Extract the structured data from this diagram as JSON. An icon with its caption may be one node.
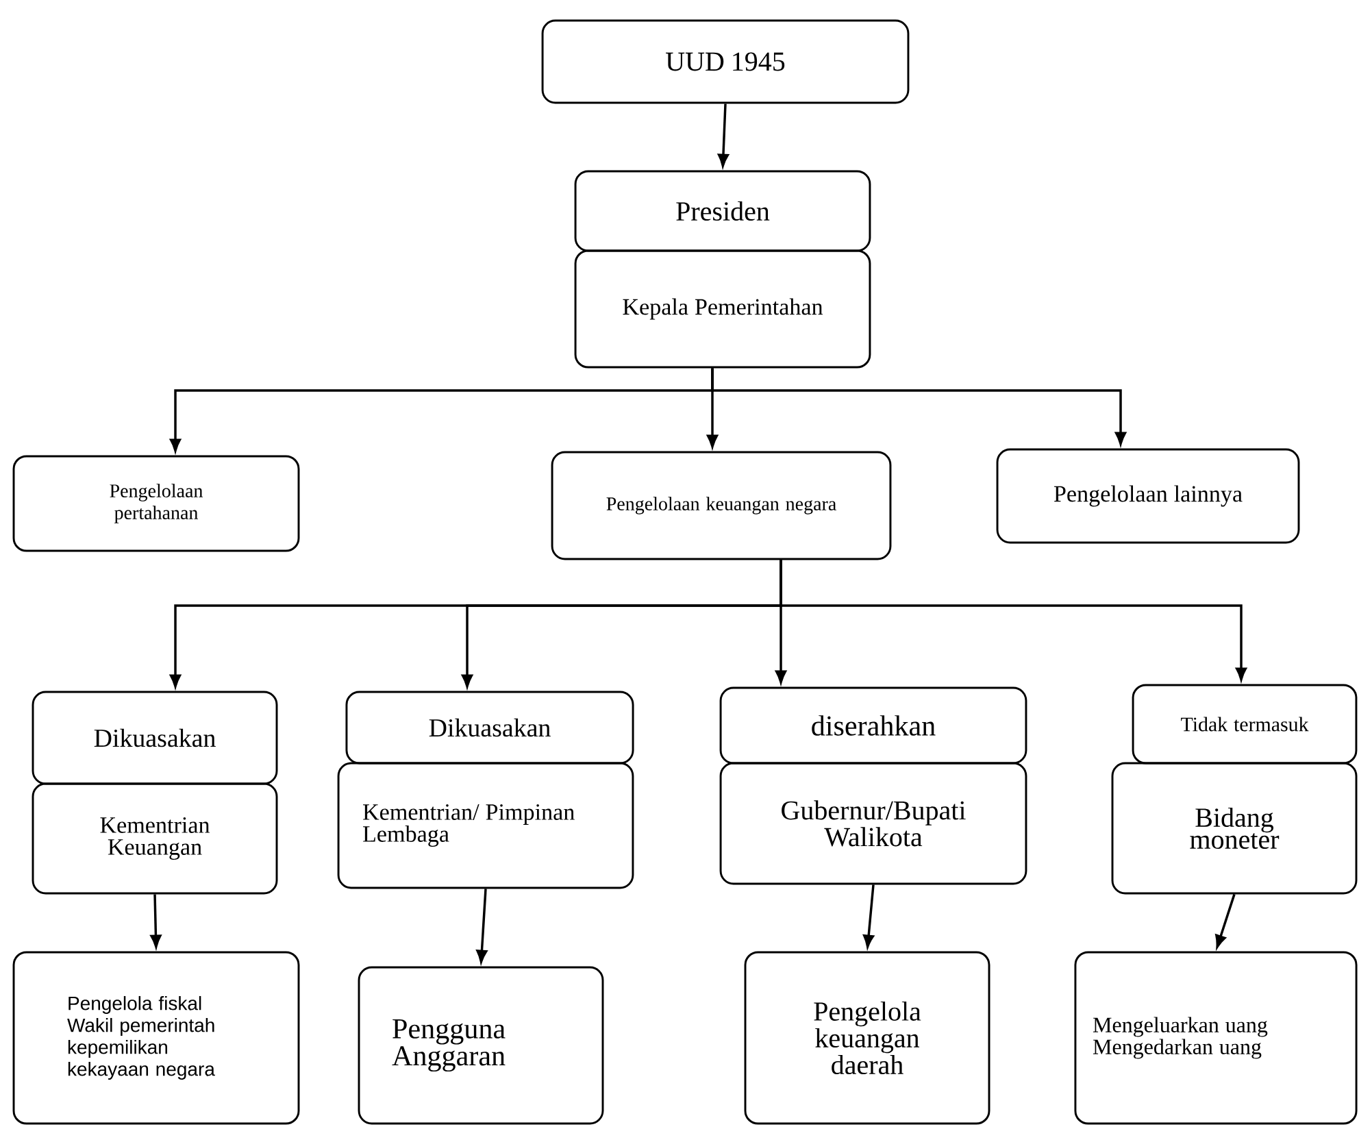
{
  "diagram": {
    "nodes": [
      {
        "text": [
          "UUD 1945"
        ]
      },
      {
        "text": [
          "Presiden"
        ]
      },
      {
        "text": [
          "Kepala Pemerintahan"
        ]
      },
      {
        "text": [
          "Pengelolaan pertahanan"
        ]
      },
      {
        "text": [
          "Pengelolaan keuangan negara"
        ]
      },
      {
        "text": [
          "Pengelolaan lainnya"
        ]
      },
      {
        "text": [
          "Dikuasakan"
        ]
      },
      {
        "text": [
          "Kementrian Keuangan"
        ]
      },
      {
        "text": [
          "Dikuasakan"
        ]
      },
      {
        "text": [
          "Kementrian/ Pimpinan Lembaga"
        ]
      },
      {
        "text": [
          "diserahkan"
        ]
      },
      {
        "text": [
          "Gubernur/Bupati Walikota"
        ]
      },
      {
        "text": [
          "Tidak termasuk"
        ]
      },
      {
        "text": [
          "Bidang moneter"
        ]
      },
      {
        "text": [
          "Pengelola fiskal Wakil pemerintah kepemilikan kekayaan negara"
        ]
      },
      {
        "text": [
          "Pengguna Anggaran"
        ]
      },
      {
        "text": [
          "Pengelola keuangan daerah"
        ]
      },
      {
        "text": [
          "Mengeluarkan uang Mengedarkan uang"
        ]
      }
    ],
    "edges": [
      {
        "from": 0,
        "to": 1,
        "arrow": "to"
      },
      {
        "from": 2,
        "to": 3,
        "arrow": "to"
      },
      {
        "from": 2,
        "to": 4,
        "arrow": "to"
      },
      {
        "from": 2,
        "to": 5,
        "arrow": "to"
      },
      {
        "from": 4,
        "to": 6,
        "arrow": "to"
      },
      {
        "from": 4,
        "to": 8,
        "arrow": "to"
      },
      {
        "from": 4,
        "to": 10,
        "arrow": "to"
      },
      {
        "from": 4,
        "to": 12,
        "arrow": "to"
      },
      {
        "from": 7,
        "to": 14,
        "arrow": "to"
      },
      {
        "from": 9,
        "to": 15,
        "arrow": "to"
      },
      {
        "from": 11,
        "to": 16,
        "arrow": "to"
      },
      {
        "from": 13,
        "to": 17,
        "arrow": "to"
      }
    ]
  }
}
